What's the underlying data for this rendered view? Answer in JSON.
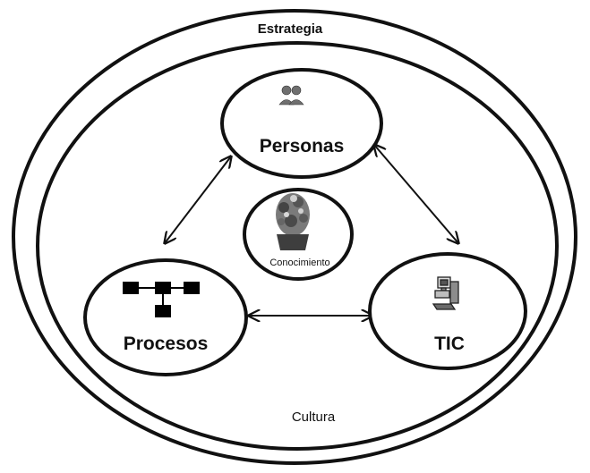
{
  "labels": {
    "strategy": "Estrategia",
    "culture": "Cultura",
    "people": "Personas",
    "knowledge": "Conocimiento",
    "processes": "Procesos",
    "ict": "TIC"
  },
  "icons": {
    "people": "people-icon",
    "knowledge": "plant-icon",
    "processes": "flowchart-icon",
    "ict": "computer-icon"
  },
  "colors": {
    "stroke": "#111111",
    "text": "#111111",
    "background": "#ffffff"
  }
}
